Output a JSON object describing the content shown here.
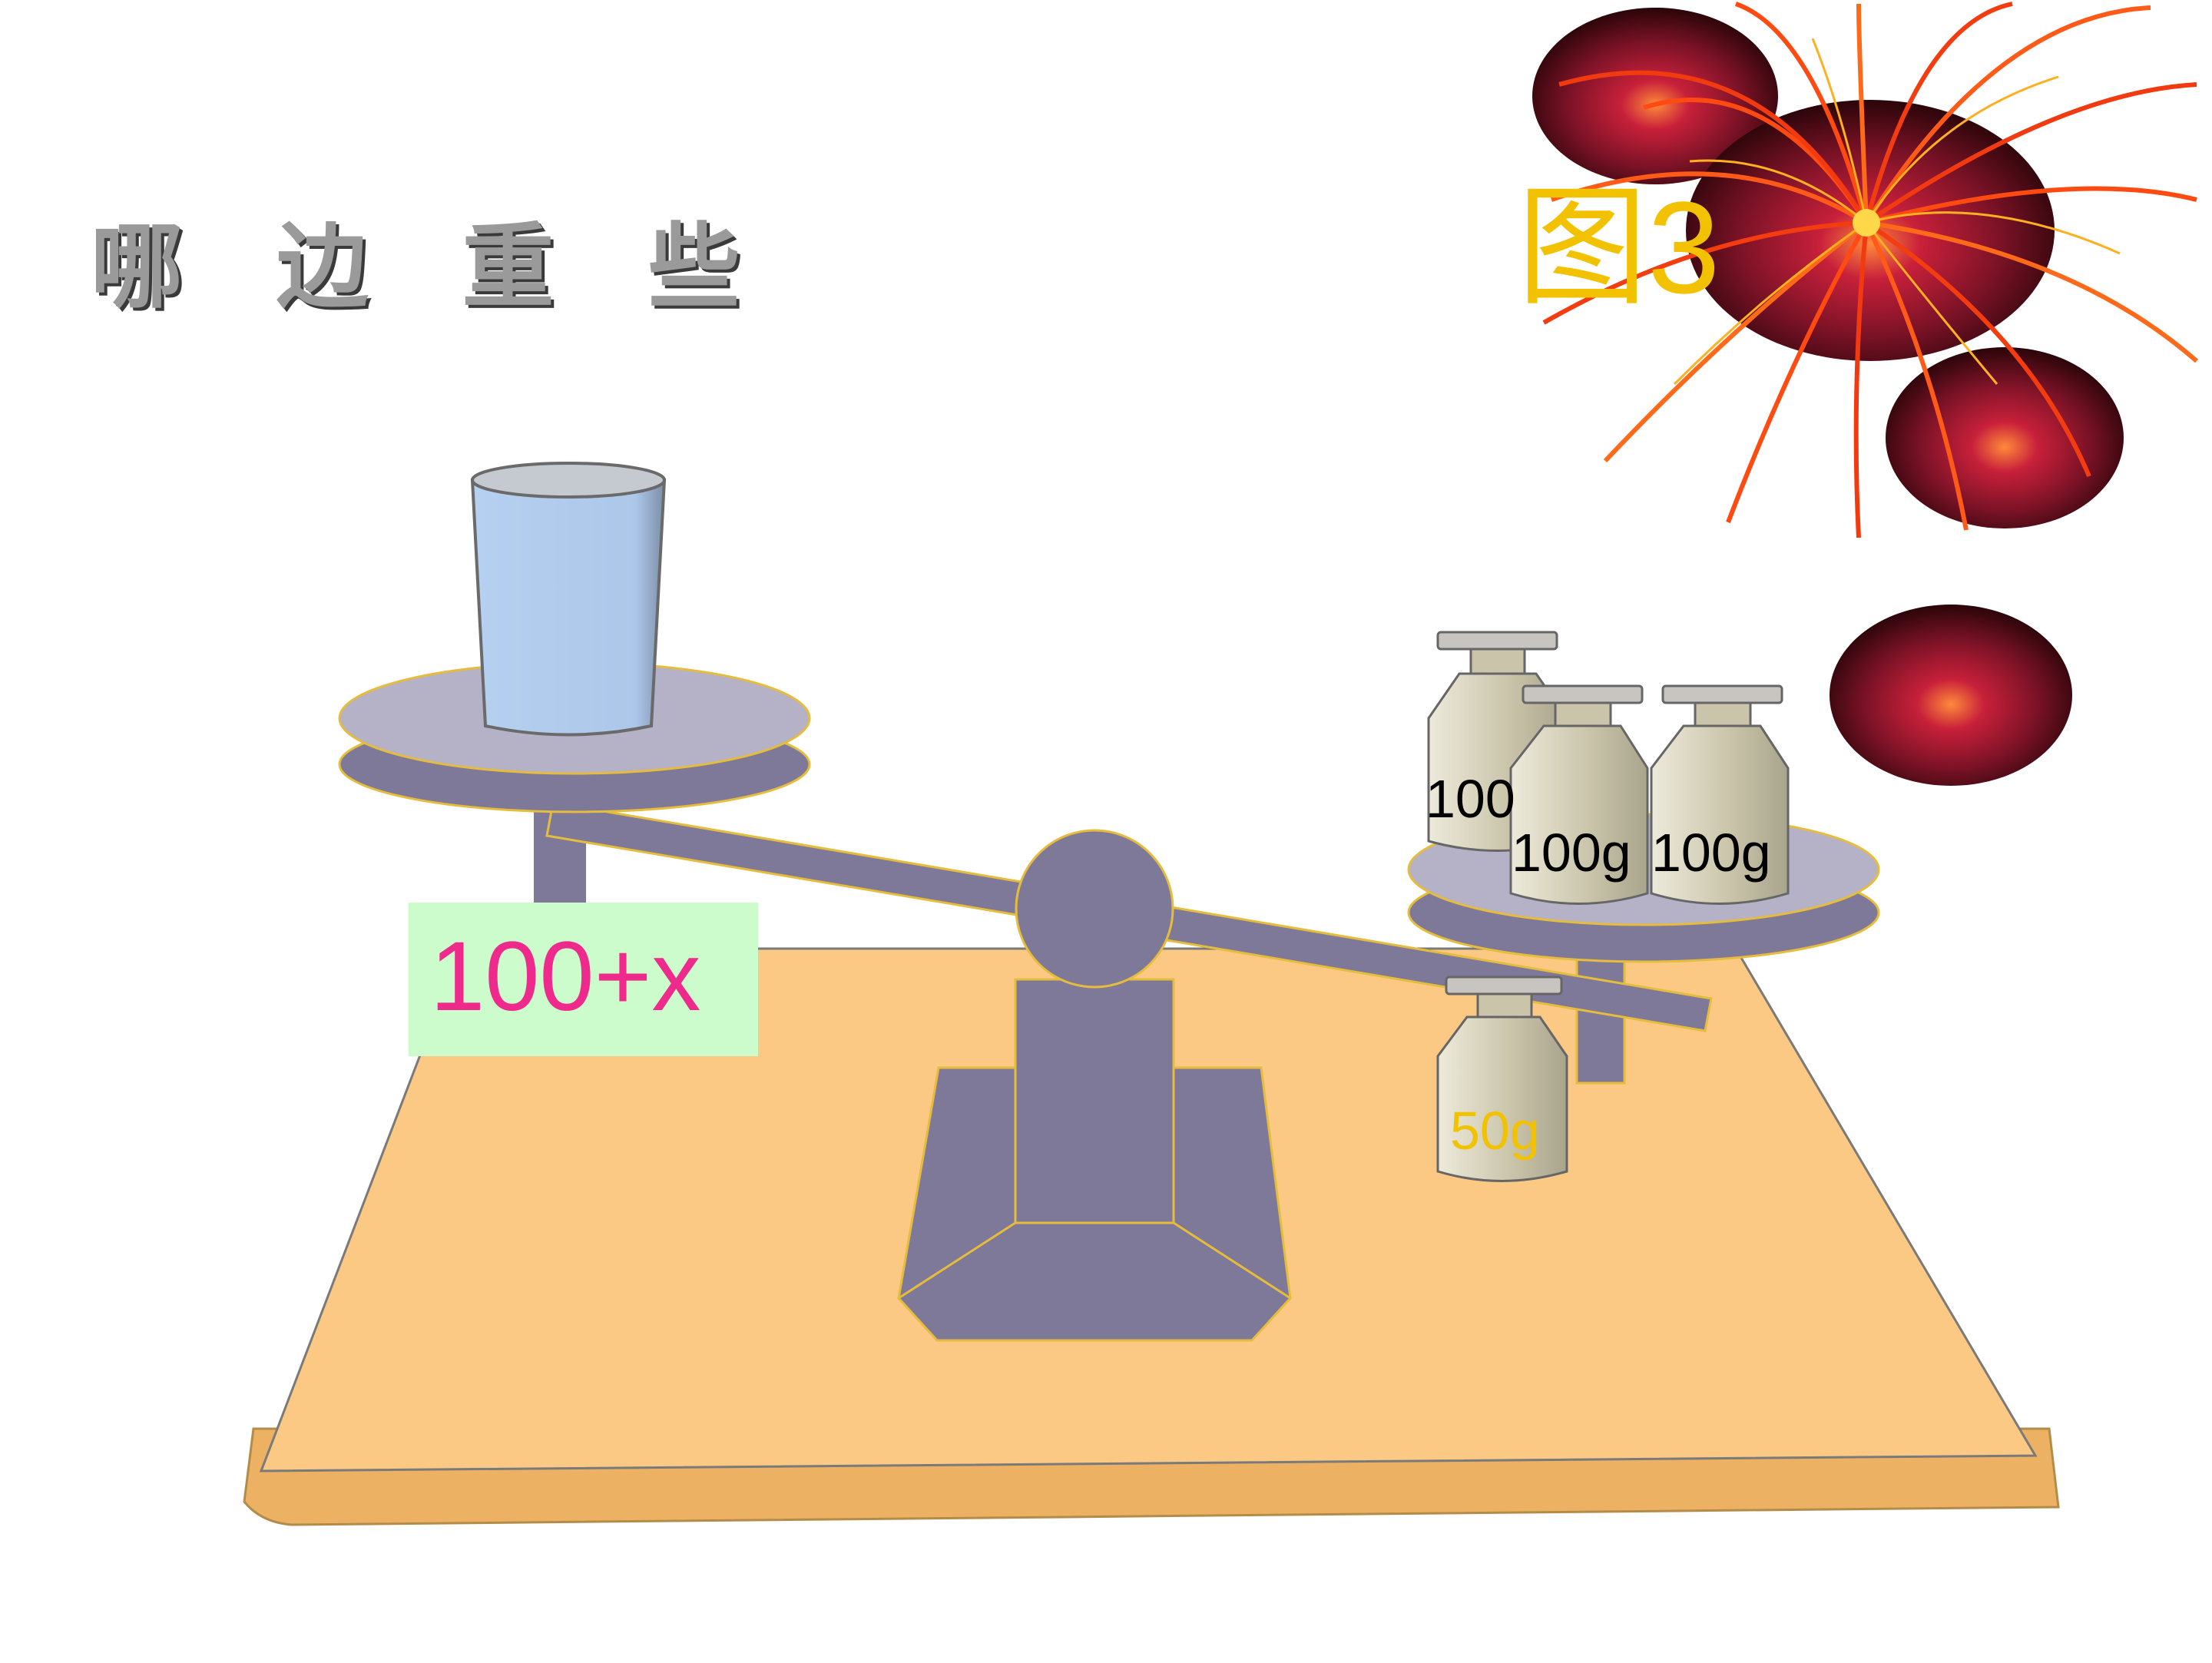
{
  "title": "哪 边 重 些",
  "figure_label": "图3",
  "left_pan": {
    "expression": "100+x"
  },
  "right_pan": {
    "weights": [
      {
        "label": "100"
      },
      {
        "label": "100g"
      },
      {
        "label": "100g"
      }
    ]
  },
  "extra_weight": {
    "label": "50g"
  },
  "colors": {
    "table_top": "#fcc985",
    "table_edge": "#ecb163",
    "scale_body": "#7f7999",
    "pan": "#b5b1c6",
    "outline": "#e5bc3c",
    "cup": "#b3cdee",
    "weight": "#d9d4bc",
    "expression_bg": "#ccfccc",
    "expression_text": "#ee2a8c",
    "figure_label": "#f2c200"
  },
  "icons": [
    "firework-icon",
    "cup-icon",
    "weight-icon"
  ]
}
